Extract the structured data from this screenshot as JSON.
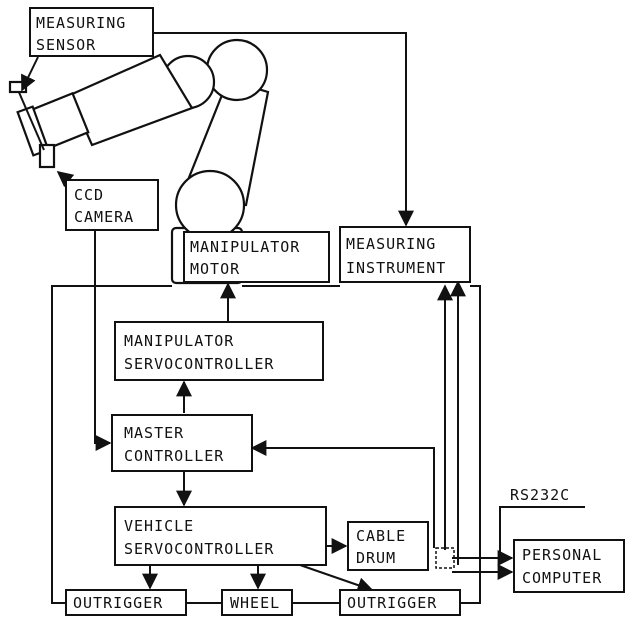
{
  "nodes": {
    "measuring_sensor": {
      "line1": "MEASURING",
      "line2": "SENSOR"
    },
    "ccd_camera": {
      "line1": "CCD",
      "line2": "CAMERA"
    },
    "manipulator_motor": {
      "line1": "MANIPULATOR",
      "line2": "MOTOR"
    },
    "measuring_instrument": {
      "line1": "MEASURING",
      "line2": "INSTRUMENT"
    },
    "manipulator_servocontroller": {
      "line1": "MANIPULATOR",
      "line2": "SERVOCONTROLLER"
    },
    "master_controller": {
      "line1": "MASTER",
      "line2": "CONTROLLER"
    },
    "vehicle_servocontroller": {
      "line1": "VEHICLE",
      "line2": "SERVOCONTROLLER"
    },
    "cable_drum": {
      "line1": "CABLE",
      "line2": "DRUM"
    },
    "personal_computer": {
      "line1": "PERSONAL",
      "line2": "COMPUTER"
    },
    "outrigger_left": {
      "label": "OUTRIGGER"
    },
    "wheel": {
      "label": "WHEEL"
    },
    "outrigger_right": {
      "label": "OUTRIGGER"
    }
  },
  "labels": {
    "rs232c": "RS232C"
  },
  "edges": [
    {
      "from": "measuring_sensor",
      "to": "measuring_instrument"
    },
    {
      "from": "manipulator_servocontroller",
      "to": "manipulator_motor"
    },
    {
      "from": "master_controller",
      "to": "manipulator_servocontroller"
    },
    {
      "from": "ccd_camera",
      "to": "master_controller"
    },
    {
      "from": "master_controller",
      "to": "vehicle_servocontroller"
    },
    {
      "from": "vehicle_servocontroller",
      "to": "cable_drum"
    },
    {
      "from": "vehicle_servocontroller",
      "to": "outrigger_left"
    },
    {
      "from": "vehicle_servocontroller",
      "to": "wheel"
    },
    {
      "from": "vehicle_servocontroller",
      "to": "outrigger_right"
    },
    {
      "from": "cable_drum",
      "to": "personal_computer"
    },
    {
      "from": "cable_drum",
      "to": "master_controller"
    },
    {
      "from": "cable_drum",
      "to": "measuring_instrument"
    }
  ]
}
